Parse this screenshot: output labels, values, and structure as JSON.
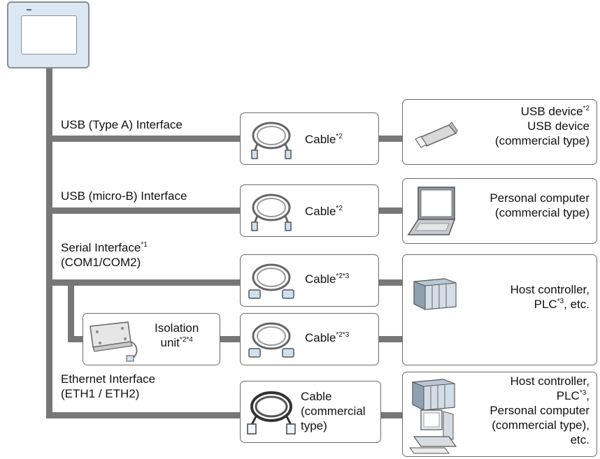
{
  "interfaces": {
    "usb_a": "USB (Type A) Interface",
    "usb_micro": "USB (micro-B) Interface",
    "serial_line1": "Serial Interface",
    "serial_sup": "*1",
    "serial_line2": "(COM1/COM2)",
    "ethernet_line1": "Ethernet Interface",
    "ethernet_line2": "(ETH1 / ETH2)"
  },
  "cables": {
    "usb_a": {
      "label": "Cable",
      "sup": "*2"
    },
    "usb_micro": {
      "label": "Cable",
      "sup": "*2"
    },
    "serial": {
      "label": "Cable",
      "sup": "*2*3"
    },
    "isolated": {
      "label": "Cable",
      "sup": "*2*3"
    },
    "ethernet": {
      "line1": "Cable",
      "line2": "(commercial",
      "line3": "type)"
    }
  },
  "isolation_unit": {
    "line1": "Isolation",
    "line2": "unit",
    "sup": "*2*4"
  },
  "devices": {
    "usb": {
      "line1": "USB device",
      "line1_sup": "*2",
      "line2": "USB device",
      "line3": "(commercial type)"
    },
    "pc": {
      "line1": "Personal computer",
      "line2": "(commercial type)"
    },
    "host": {
      "line1": "Host controller,",
      "line2a": "PLC",
      "line2_sup": "*3",
      "line2b": ", etc."
    },
    "ethernet": {
      "line1": "Host controller,",
      "line2a": "PLC",
      "line2_sup": "*3",
      "line2b": ",",
      "line3": "Personal computer",
      "line4": "(commercial type),",
      "line5": "etc."
    }
  },
  "colors": {
    "line": "#777777",
    "box_border": "#6b6b6b",
    "panel_fill": "#dbe7f3",
    "panel_border": "#8a8f96"
  }
}
